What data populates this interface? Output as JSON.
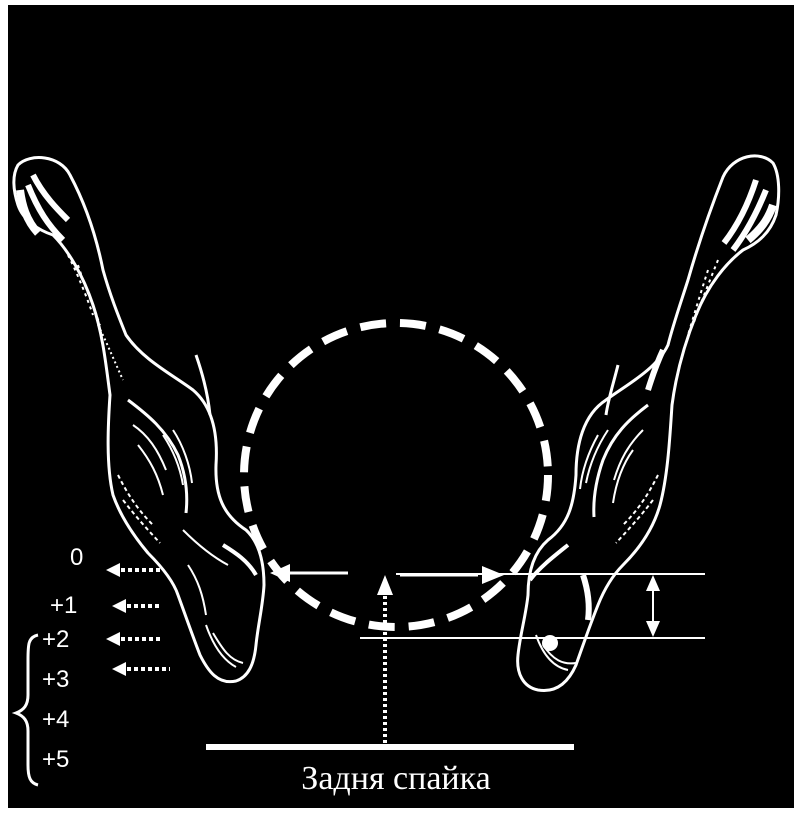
{
  "stations": [
    {
      "id": "s0",
      "label": "0"
    },
    {
      "id": "s1",
      "label": "+1"
    },
    {
      "id": "s2",
      "label": "+2"
    },
    {
      "id": "s3",
      "label": "+3"
    },
    {
      "id": "s4",
      "label": "+4"
    },
    {
      "id": "s5",
      "label": "+5"
    }
  ],
  "caption": "Задня спайка",
  "colors": {
    "background": "#000000",
    "foreground": "#ffffff"
  }
}
